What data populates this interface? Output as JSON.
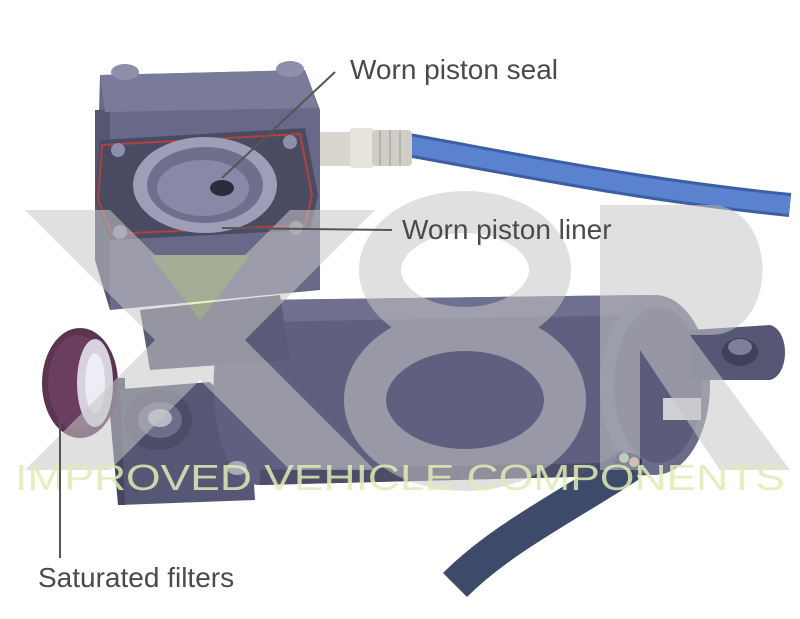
{
  "labels": {
    "piston_seal": "Worn piston seal",
    "piston_liner": "Worn piston liner",
    "filters": "Saturated filters"
  },
  "watermark": {
    "logo": "X8R",
    "tagline": "IMPROVED VEHICLE COMPONENTS"
  },
  "colors": {
    "body": "#5d5e7d",
    "body_dark": "#46475f",
    "body_light": "#7b7c99",
    "hose": "#4d72c0",
    "filter": "#6a3c5c",
    "leader_line": "#555555",
    "gasket": "#b0413e",
    "watermark_gray": "#bdbdbd",
    "watermark_green": "#d9e8a4"
  }
}
